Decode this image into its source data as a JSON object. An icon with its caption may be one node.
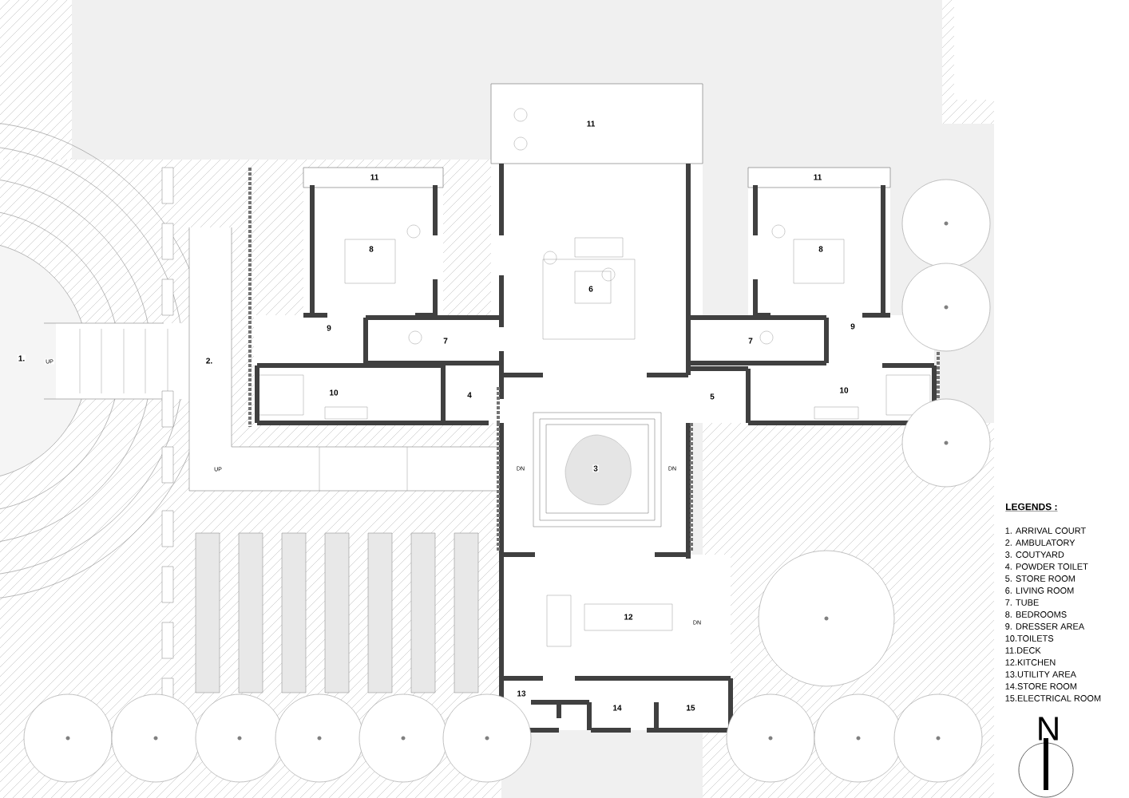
{
  "diagram": {
    "labels": [
      "11",
      "11",
      "11",
      "8",
      "6",
      "8",
      "9",
      "7",
      "7",
      "9",
      "1.",
      "UP",
      "2.",
      "10",
      "4",
      "5",
      "10",
      "UP",
      "DN",
      "3",
      "DN",
      "LEGENDS :",
      "1. ARRIVAL COURT",
      "2. AMBULATORY",
      "3. COUTYARD",
      "4. POWDER TOILET",
      "5. STORE ROOM",
      "6. LIVING ROOM",
      "7. TUBE",
      "8. BEDROOMS",
      "9. DRESSER AREA",
      "10.TOILETS",
      "11.DECK",
      "12.KITCHEN",
      "13.UTILITY AREA",
      "14.STORE ROOM",
      "15.ELECTRICAL ROOM",
      "12",
      "DN",
      "13",
      "14",
      "15",
      "N"
    ]
  }
}
